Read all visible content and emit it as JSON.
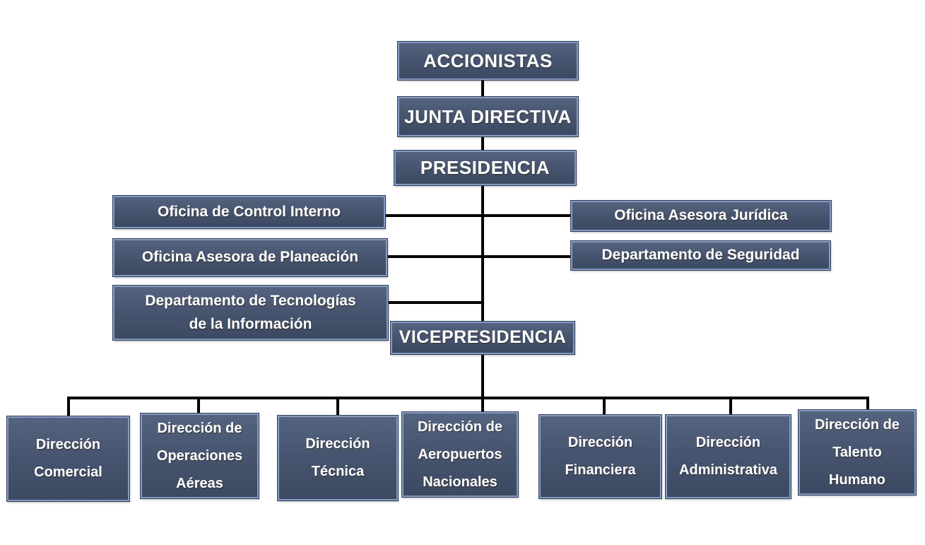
{
  "colors": {
    "box_fill_top": "#54637f",
    "box_fill_bottom": "#3b4962",
    "box_border": "#879bc2",
    "box_outline": "#2e3c58",
    "connector": "#000000",
    "text": "#ffffff",
    "background": "#ffffff"
  },
  "org": {
    "chain": [
      {
        "label": "ACCIONISTAS"
      },
      {
        "label": "JUNTA DIRECTIVA"
      },
      {
        "label": "PRESIDENCIA"
      }
    ],
    "left": [
      {
        "label": "Oficina de Control Interno"
      },
      {
        "label": "Oficina Asesora de Planeación"
      },
      {
        "label": "Departamento de Tecnologías de la Información"
      }
    ],
    "right": [
      {
        "label": "Oficina Asesora Jurídica"
      },
      {
        "label": "Departamento de Seguridad"
      }
    ],
    "vice": {
      "label": "VICEPRESIDENCIA"
    },
    "bottom": [
      {
        "label": "Dirección Comercial"
      },
      {
        "label": "Dirección de Operaciones Aéreas"
      },
      {
        "label": "Dirección Técnica"
      },
      {
        "label": "Dirección de Aeropuertos Nacionales"
      },
      {
        "label": "Dirección Financiera"
      },
      {
        "label": "Dirección Administrativa"
      },
      {
        "label": "Dirección de Talento Humano"
      }
    ]
  }
}
